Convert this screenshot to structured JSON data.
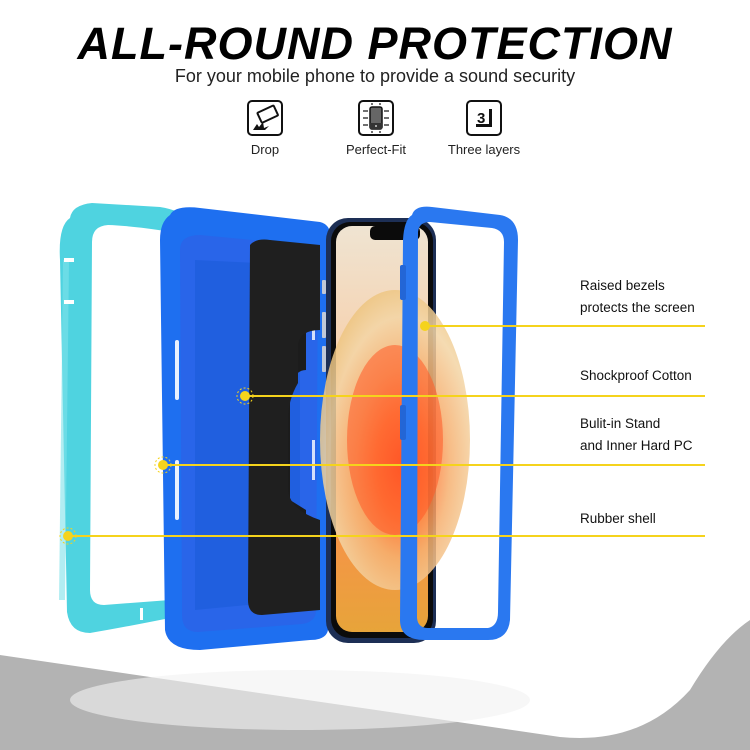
{
  "header": {
    "title": "ALL-ROUND PROTECTION",
    "subtitle": "For your mobile phone to provide a sound security"
  },
  "features": [
    {
      "label": "Drop",
      "icon": "drop-icon"
    },
    {
      "label": "Perfect-Fit",
      "icon": "perfect-fit-icon"
    },
    {
      "label": "Three layers",
      "icon": "three-layers-icon"
    }
  ],
  "callouts": [
    {
      "line1": "Raised bezels",
      "line2": "protects the screen"
    },
    {
      "line1": "Shockproof Cotton",
      "line2": ""
    },
    {
      "line1": "Bulit-in Stand",
      "line2": "and Inner Hard PC"
    },
    {
      "line1": "Rubber shell",
      "line2": ""
    }
  ],
  "colors": {
    "accent_yellow": "#f5d31c",
    "outer_shell_cyan": "#4fd3e0",
    "inner_pc_blue": "#1e6ff0",
    "bezel_blue": "#2a78f0",
    "foam_black": "#1c1c1c",
    "floor_gray": "#b3b3b3"
  }
}
